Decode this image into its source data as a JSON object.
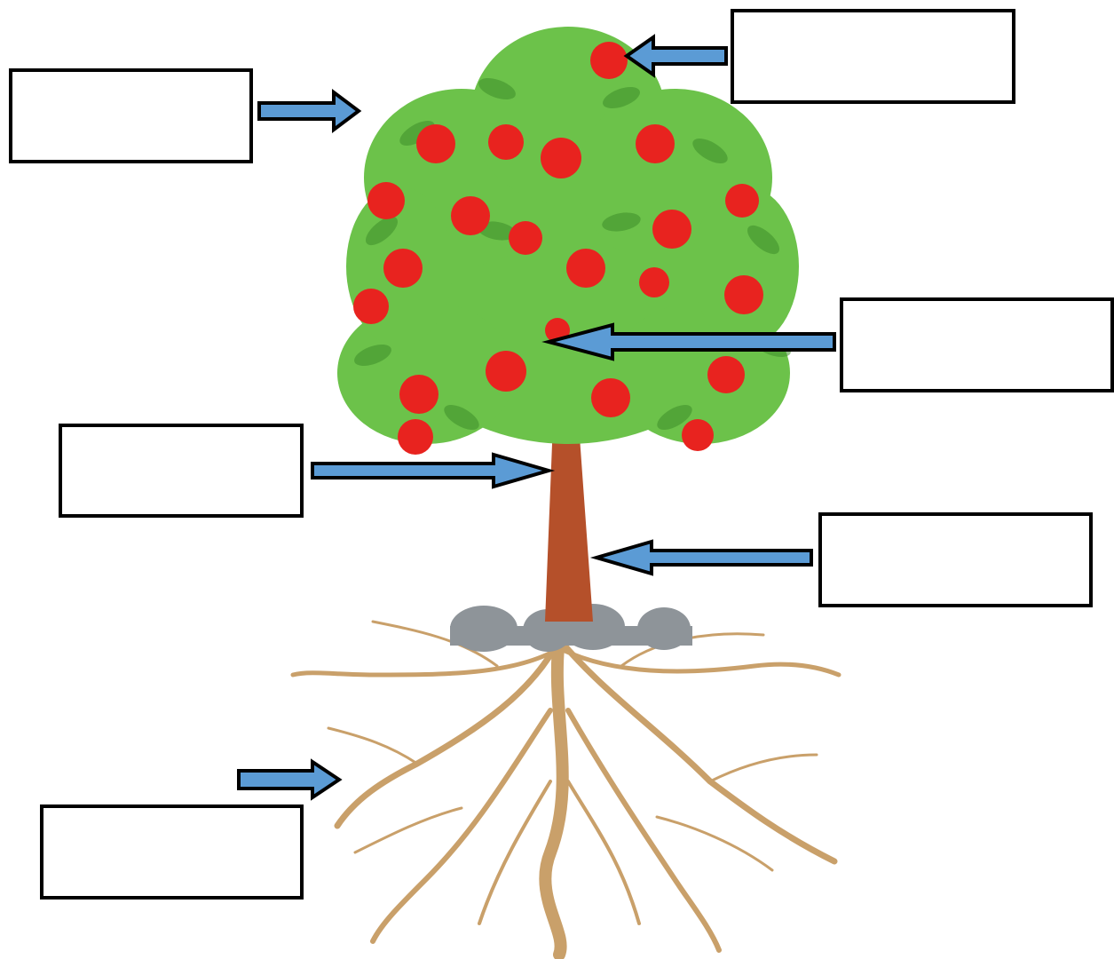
{
  "diagram": {
    "colors": {
      "arrow_fill": "#5b9bd5",
      "arrow_stroke": "#000000",
      "leaf": "#6cc24a",
      "leaf_dark": "#3f8f2a",
      "apple": "#e8231f",
      "trunk": "#b5502a",
      "root": "#c9a06a",
      "stone": "#8e9499"
    },
    "boxes": [
      {
        "id": "leaves",
        "text": ""
      },
      {
        "id": "fruit",
        "text": ""
      },
      {
        "id": "branch",
        "text": ""
      },
      {
        "id": "trunk",
        "text": ""
      },
      {
        "id": "bark",
        "text": ""
      },
      {
        "id": "roots",
        "text": ""
      }
    ]
  }
}
